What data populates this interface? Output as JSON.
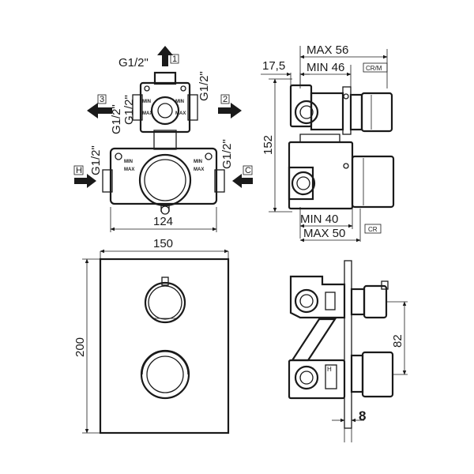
{
  "top_view": {
    "port_top": "1",
    "port_left": "3",
    "port_right": "2",
    "port_hot": "H",
    "port_cold": "C",
    "thread_top": "G1/2\"",
    "thread_top_right": "G1/2\"",
    "thread_mid_left_a": "G1/2\"",
    "thread_mid_left_b": "G1/2\"",
    "thread_bottom_left": "G1/2\"",
    "thread_bottom_right": "G1/2\"",
    "mark_min_left": "MIN",
    "mark_max_left": "MAX",
    "mark_min_right": "MIN",
    "mark_max_right": "MAX",
    "body_min_left": "MIN",
    "body_max_left": "MAX",
    "body_min_right": "MIN",
    "body_max_right": "MAX",
    "dim_width": "124"
  },
  "side_view": {
    "dim_offset": "17,5",
    "dim_max_top": "MAX 56",
    "dim_min_top": "MIN 46",
    "tag_top": "CR/M",
    "dim_height": "152",
    "dim_min_bottom": "MIN 40",
    "dim_max_bottom": "MAX 50",
    "tag_bottom": "CR"
  },
  "front_view": {
    "dim_width": "150",
    "dim_height": "200"
  },
  "profile_view": {
    "dim_spacing": "82",
    "dim_thickness": "8",
    "mark_h": "H"
  }
}
